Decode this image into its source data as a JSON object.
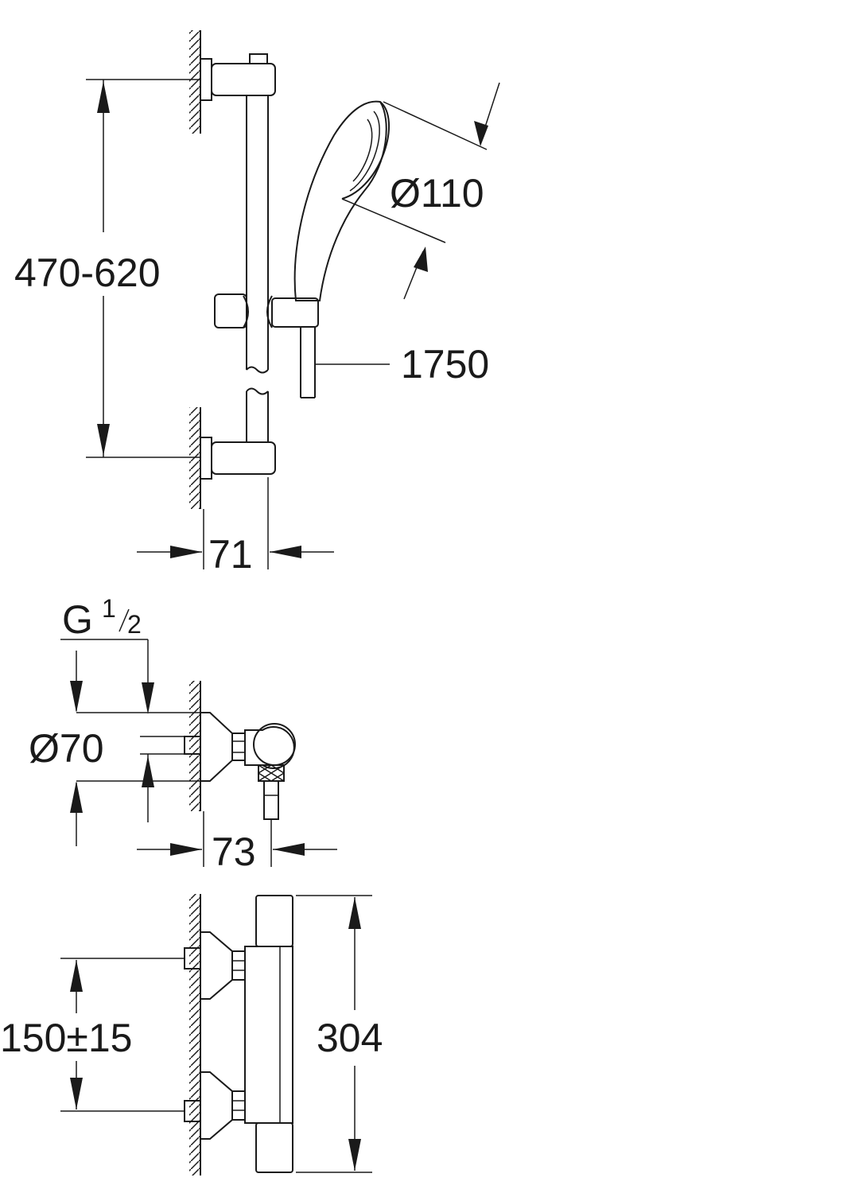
{
  "diagram": {
    "shower_rail": {
      "rail_height": "470-620",
      "head_diameter": "Ø110",
      "hose_length": "1750",
      "wall_distance": "71"
    },
    "thermostat_side": {
      "thread_main": "G",
      "thread_num": "1",
      "thread_den": "2",
      "rosette_diameter": "Ø70",
      "projection": "73"
    },
    "thermostat_front": {
      "inlet_spacing": "150±15",
      "body_height": "304"
    }
  }
}
